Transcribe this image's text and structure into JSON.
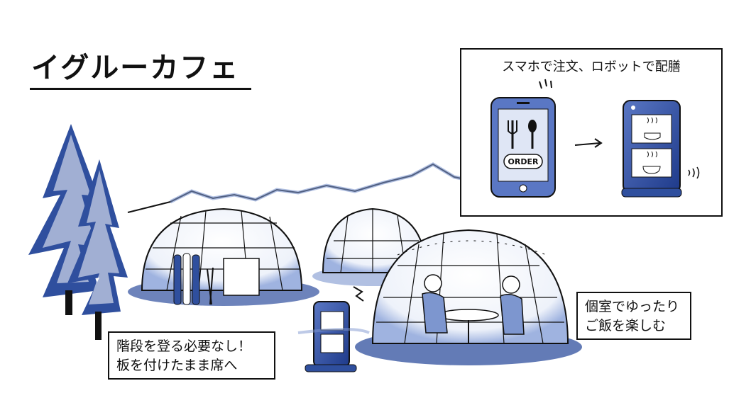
{
  "title": "イグルーカフェ",
  "inset": {
    "caption": "スマホで注文、ロボットで配膳",
    "order_label": "ORDER"
  },
  "callouts": {
    "stairs": [
      "階段を登る必要なし！",
      "板を付けたまま席へ"
    ],
    "private_room": [
      "個室でゆったり",
      "ご飯を楽しむ"
    ]
  },
  "colors": {
    "ink": "#111111",
    "snow_blue": "#2f4f9e",
    "light_blue": "#7d96cf"
  }
}
